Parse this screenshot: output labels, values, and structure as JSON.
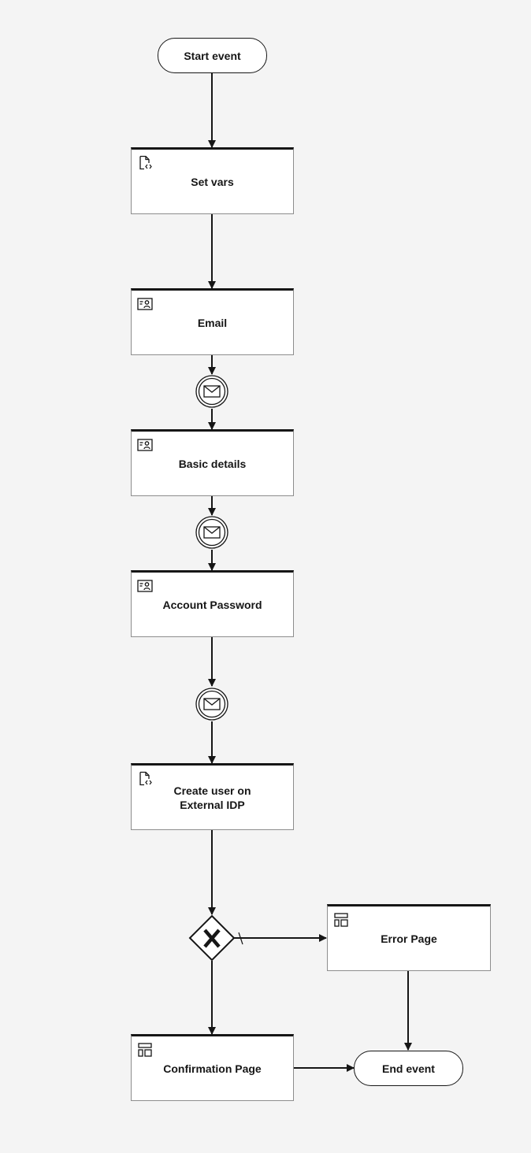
{
  "diagram": {
    "start_event": "Start event",
    "end_event": "End event",
    "tasks": {
      "set_vars": "Set vars",
      "email": "Email",
      "basic_details": "Basic details",
      "account_password": "Account Password",
      "create_user": "Create user on External IDP",
      "error_page": "Error Page",
      "confirmation_page": "Confirmation Page"
    },
    "task_types": {
      "set_vars": "script-task-icon",
      "email": "user-task-icon",
      "basic_details": "user-task-icon",
      "account_password": "user-task-icon",
      "create_user": "script-task-icon",
      "error_page": "page-task-icon",
      "confirmation_page": "page-task-icon"
    },
    "gateway_type": "exclusive-gateway",
    "intermediate_events": [
      "message-catch-event",
      "message-catch-event",
      "message-catch-event"
    ],
    "colors": {
      "background": "#f4f4f4",
      "stroke": "#161616",
      "node_fill": "#ffffff"
    }
  }
}
